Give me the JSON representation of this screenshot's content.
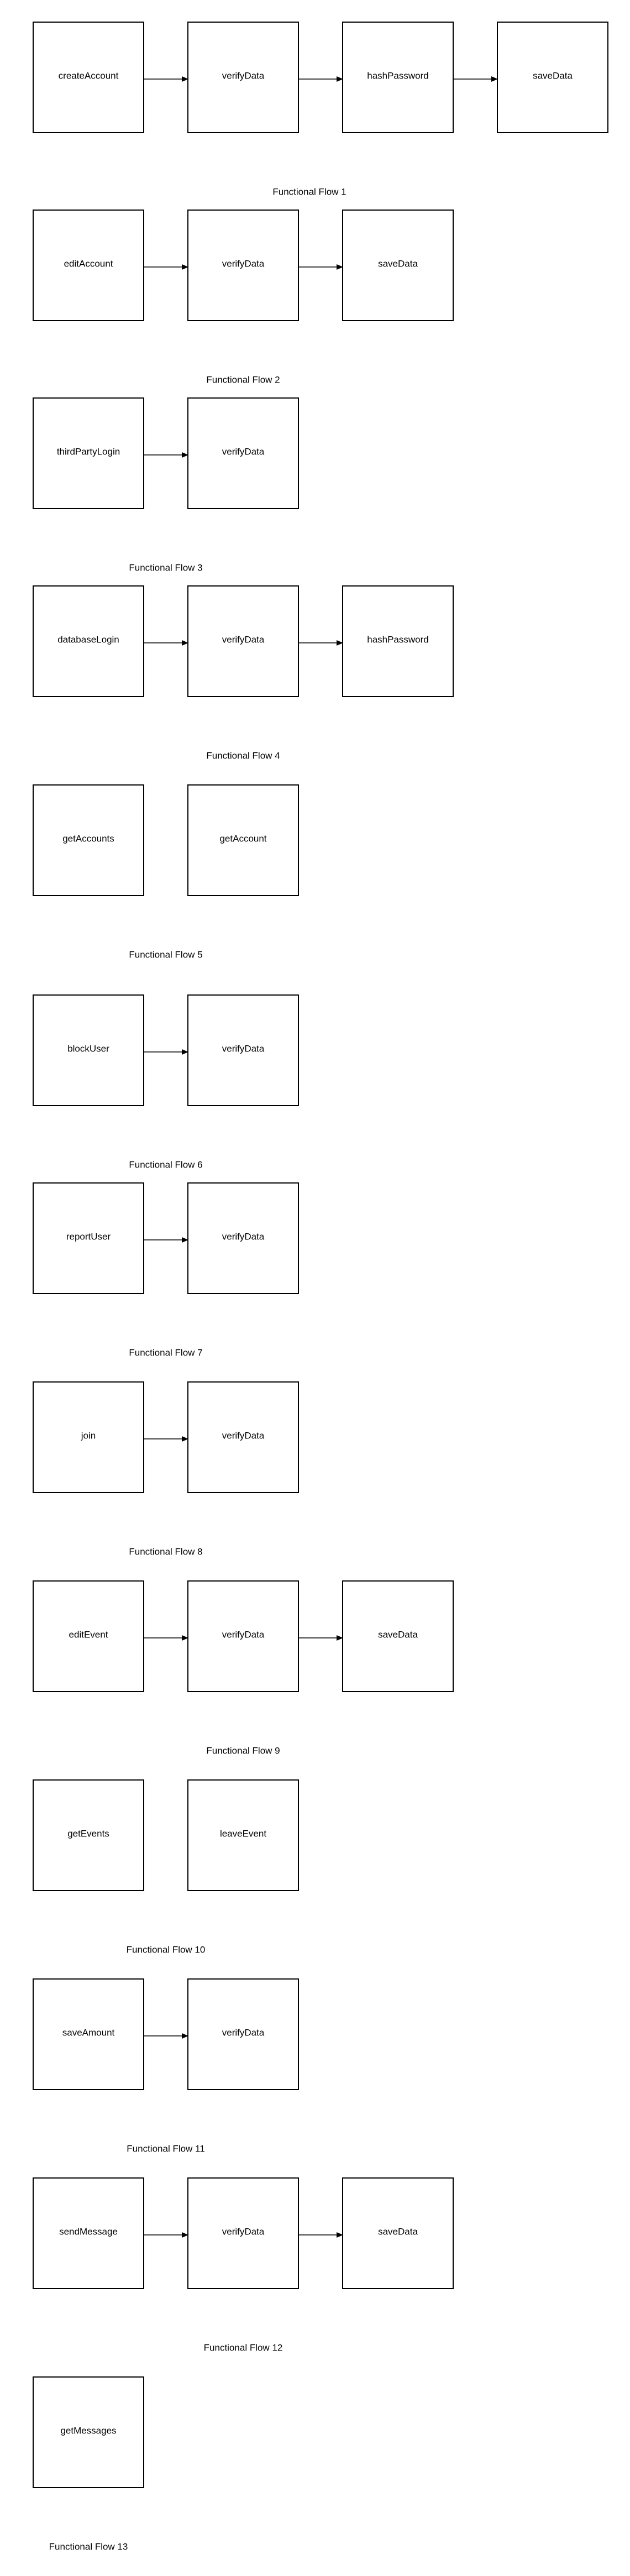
{
  "diagram": {
    "flows": [
      {
        "title": "Functional Flow 1",
        "nodes": [
          "createAccount",
          "verifyData",
          "hashPassword",
          "saveData"
        ],
        "connected": true
      },
      {
        "title": "Functional Flow 2",
        "nodes": [
          "editAccount",
          "verifyData",
          "saveData"
        ],
        "connected": true
      },
      {
        "title": "Functional Flow 3",
        "nodes": [
          "thirdPartyLogin",
          "verifyData"
        ],
        "connected": true
      },
      {
        "title": "Functional Flow 4",
        "nodes": [
          "databaseLogin",
          "verifyData",
          "hashPassword"
        ],
        "connected": true
      },
      {
        "title": "Functional Flow 5",
        "nodes": [
          "getAccounts",
          "getAccount"
        ],
        "connected": false
      },
      {
        "title": "Functional Flow 6",
        "nodes": [
          "blockUser",
          "verifyData"
        ],
        "connected": true
      },
      {
        "title": "Functional Flow 7",
        "nodes": [
          "reportUser",
          "verifyData"
        ],
        "connected": true
      },
      {
        "title": "Functional Flow 8",
        "nodes": [
          "join",
          "verifyData"
        ],
        "connected": true
      },
      {
        "title": "Functional Flow 9",
        "nodes": [
          "editEvent",
          "verifyData",
          "saveData"
        ],
        "connected": true
      },
      {
        "title": "Functional Flow 10",
        "nodes": [
          "getEvents",
          "leaveEvent"
        ],
        "connected": false
      },
      {
        "title": "Functional Flow 11",
        "nodes": [
          "saveAmount",
          "verifyData"
        ],
        "connected": true
      },
      {
        "title": "Functional Flow 12",
        "nodes": [
          "sendMessage",
          "verifyData",
          "saveData"
        ],
        "connected": true
      },
      {
        "title": "Functional Flow 13",
        "nodes": [
          "getMessages"
        ],
        "connected": false
      }
    ]
  }
}
